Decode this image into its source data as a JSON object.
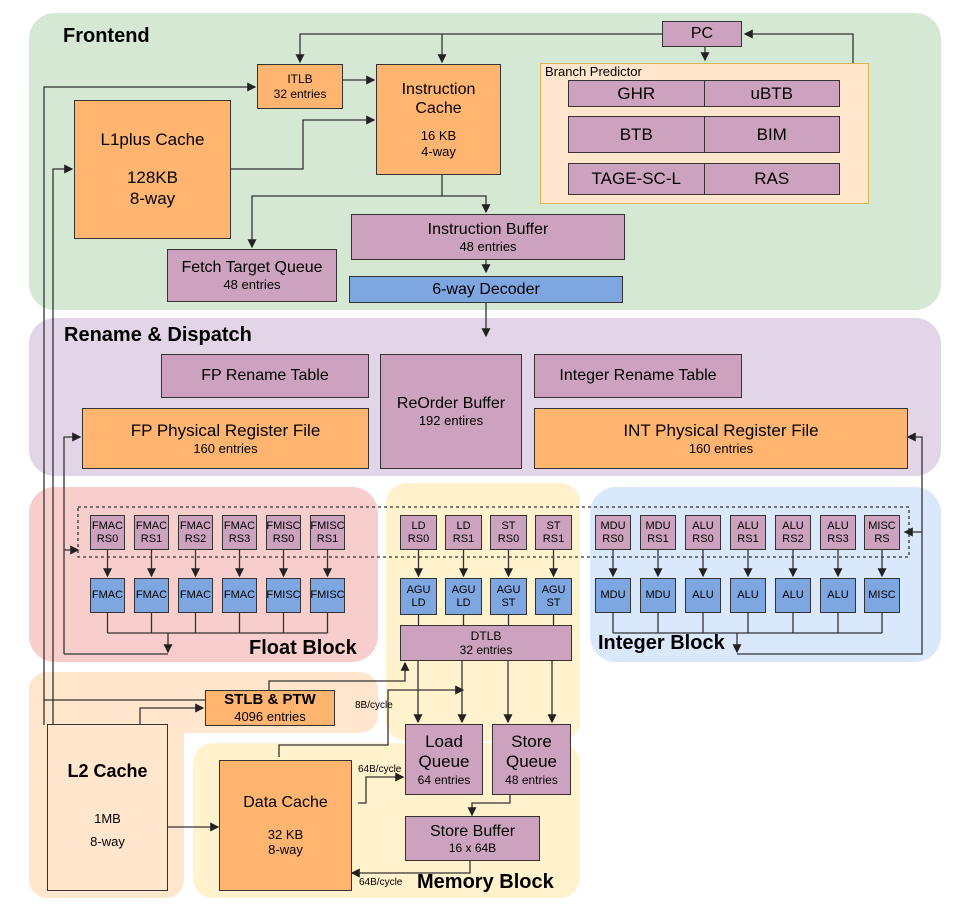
{
  "regions": {
    "frontend": "Frontend",
    "rename": "Rename & Dispatch",
    "float": "Float Block",
    "integer": "Integer Block",
    "memory": "Memory Block"
  },
  "colors": {
    "frontend_bg": "#d5e8d4",
    "rename_bg": "#e1d5e7",
    "float_bg": "#f8cecc",
    "integer_bg": "#dae8fc",
    "memory_bg": "#fff2cc",
    "l2_bg": "#ffe6cc",
    "orange_box": "#ffb570",
    "purple_box": "#cda2be",
    "blue_box": "#7ea6e0"
  },
  "frontend": {
    "pc": "PC",
    "itlb": {
      "name": "ITLB",
      "detail": "32 entries"
    },
    "icache": {
      "name": "Instruction Cache",
      "size": "16 KB",
      "ways": "4-way"
    },
    "l1plus": {
      "name": "L1plus Cache",
      "size": "128KB",
      "ways": "8-way"
    },
    "branch_predictor": {
      "title": "Branch Predictor",
      "rows": [
        [
          "GHR",
          "uBTB"
        ],
        [
          "BTB",
          "BIM"
        ],
        [
          "TAGE-SC-L",
          "RAS"
        ]
      ]
    },
    "ibuf": {
      "name": "Instruction Buffer",
      "detail": "48 entries"
    },
    "ftq": {
      "name": "Fetch Target Queue",
      "detail": "48 entries"
    },
    "decoder": "6-way Decoder"
  },
  "rename": {
    "fp_rename": "FP Rename Table",
    "int_rename": "Integer Rename Table",
    "rob": {
      "name": "ReOrder Buffer",
      "detail": "192 entires"
    },
    "fp_prf": {
      "name": "FP Physical Register File",
      "detail": "160 entries"
    },
    "int_prf": {
      "name": "INT Physical Register File",
      "detail": "160 entries"
    }
  },
  "float_block": {
    "rs": [
      [
        "FMAC",
        "RS0"
      ],
      [
        "FMAC",
        "RS1"
      ],
      [
        "FMAC",
        "RS2"
      ],
      [
        "FMAC",
        "RS3"
      ],
      [
        "FMISC",
        "RS0"
      ],
      [
        "FMISC",
        "RS1"
      ]
    ],
    "units": [
      "FMAC",
      "FMAC",
      "FMAC",
      "FMAC",
      "FMISC",
      "FMISC"
    ]
  },
  "mem_issue": {
    "rs": [
      [
        "LD",
        "RS0"
      ],
      [
        "LD",
        "RS1"
      ],
      [
        "ST",
        "RS0"
      ],
      [
        "ST",
        "RS1"
      ]
    ],
    "agu": [
      [
        "AGU",
        "LD"
      ],
      [
        "AGU",
        "LD"
      ],
      [
        "AGU",
        "ST"
      ],
      [
        "AGU",
        "ST"
      ]
    ]
  },
  "integer_block": {
    "rs": [
      [
        "MDU",
        "RS0"
      ],
      [
        "MDU",
        "RS1"
      ],
      [
        "ALU",
        "RS0"
      ],
      [
        "ALU",
        "RS1"
      ],
      [
        "ALU",
        "RS2"
      ],
      [
        "ALU",
        "RS3"
      ],
      [
        "MISC",
        "RS"
      ]
    ],
    "units": [
      "MDU",
      "MDU",
      "ALU",
      "ALU",
      "ALU",
      "ALU",
      "MISC"
    ]
  },
  "memory": {
    "dtlb": {
      "name": "DTLB",
      "detail": "32 entries"
    },
    "stlb": {
      "name": "STLB & PTW",
      "detail": "4096 entries"
    },
    "lq": {
      "name1": "Load",
      "name2": "Queue",
      "detail": "64 entries"
    },
    "sq": {
      "name1": "Store",
      "name2": "Queue",
      "detail": "48 entries"
    },
    "sbuf": {
      "name": "Store Buffer",
      "detail": "16 x 64B"
    },
    "dcache": {
      "name": "Data Cache",
      "size": "32 KB",
      "ways": "8-way"
    },
    "l2": {
      "name": "L2 Cache",
      "size": "1MB",
      "ways": "8-way"
    },
    "bw_8": "8B/cycle",
    "bw_64_in": "64B/cycle",
    "bw_64_out": "64B/cycle"
  }
}
